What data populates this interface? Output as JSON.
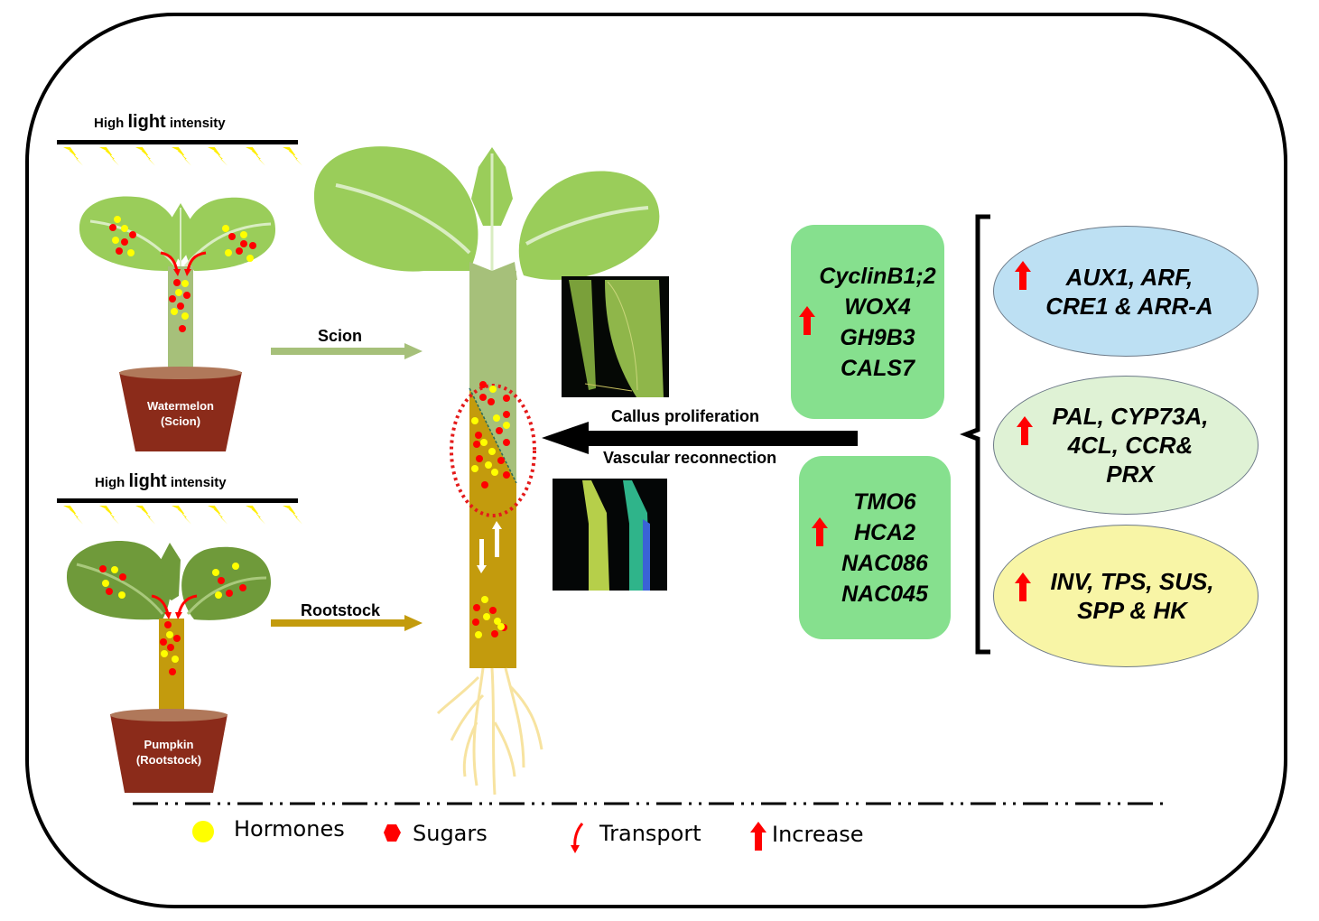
{
  "light": {
    "prefix": "High",
    "emphasis": "light",
    "suffix": "intensity"
  },
  "plants": {
    "scion_pot": {
      "line1": "Watermelon",
      "line2": "(Scion)"
    },
    "rootstock_pot": {
      "line1": "Pumpkin",
      "line2": "(Rootstock)"
    }
  },
  "arrows": {
    "scion": "Scion",
    "rootstock": "Rootstock",
    "process_top": "Callus proliferation",
    "process_bottom": "Vascular reconnection"
  },
  "gene_boxes": [
    {
      "genes": [
        "CyclinB1;2",
        "WOX4",
        "GH9B3",
        "CALS7"
      ],
      "indicator": "increase"
    },
    {
      "genes": [
        "TMO6",
        "HCA2",
        "NAC086",
        "NAC045"
      ],
      "indicator": "increase"
    }
  ],
  "pathway_ellipses": [
    {
      "lines": [
        "AUX1, ARF,",
        "CRE1 & ARR-A"
      ],
      "fill": "#bde0f3",
      "indicator": "increase"
    },
    {
      "lines": [
        "PAL, CYP73A,",
        "4CL, CCR&",
        "PRX"
      ],
      "fill": "#dff2d5",
      "indicator": "increase"
    },
    {
      "lines": [
        "INV, TPS, SUS,",
        "SPP & HK"
      ],
      "fill": "#f8f5a6",
      "indicator": "increase"
    }
  ],
  "legend": {
    "hormones": "Hormones",
    "sugars": "Sugars",
    "transport": "Transport",
    "increase": "Increase"
  },
  "colors": {
    "hormone": "#ffff00",
    "sugar": "#ff0000",
    "scion_green": "#a6c07a",
    "rootstock_gold": "#c39b0d",
    "leaf_light": "#9acd5a",
    "leaf_dark": "#6f9a3a",
    "pot": "#8b2b1a",
    "gene_box": "#86e08e",
    "increase_arrow": "#ff0000"
  }
}
